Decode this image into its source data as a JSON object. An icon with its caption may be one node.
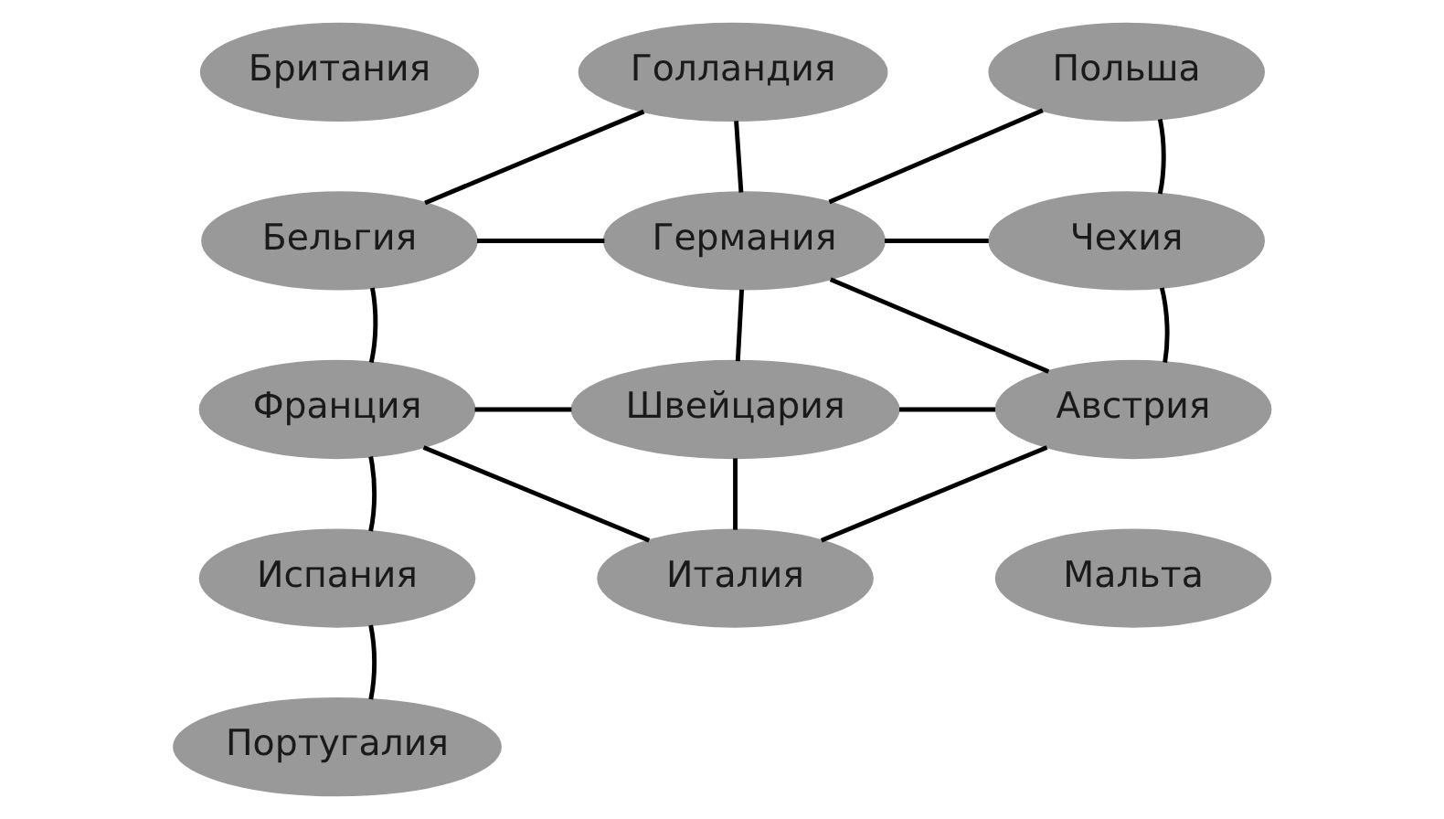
{
  "diagram": {
    "nodes": [
      {
        "text": [
          "Британия"
        ]
      },
      {
        "text": [
          "Голландия"
        ]
      },
      {
        "text": [
          "Польша"
        ]
      },
      {
        "text": [
          "Бельгия"
        ]
      },
      {
        "text": [
          "Германия"
        ]
      },
      {
        "text": [
          "Чехия"
        ]
      },
      {
        "text": [
          "Франция"
        ]
      },
      {
        "text": [
          "Швейцария"
        ]
      },
      {
        "text": [
          "Австрия"
        ]
      },
      {
        "text": [
          "Испания"
        ]
      },
      {
        "text": [
          "Италия"
        ]
      },
      {
        "text": [
          "Мальта"
        ]
      },
      {
        "text": [
          "Португалия"
        ]
      }
    ],
    "edges": [
      {
        "from": 1,
        "to": 3,
        "arrow": "none"
      },
      {
        "from": 1,
        "to": 4,
        "arrow": "none"
      },
      {
        "from": 2,
        "to": 4,
        "arrow": "none"
      },
      {
        "from": 2,
        "to": 5,
        "arrow": "none"
      },
      {
        "from": 3,
        "to": 4,
        "arrow": "none"
      },
      {
        "from": 4,
        "to": 5,
        "arrow": "none"
      },
      {
        "from": 3,
        "to": 6,
        "arrow": "none"
      },
      {
        "from": 4,
        "to": 7,
        "arrow": "none"
      },
      {
        "from": 4,
        "to": 8,
        "arrow": "none"
      },
      {
        "from": 5,
        "to": 8,
        "arrow": "none"
      },
      {
        "from": 6,
        "to": 7,
        "arrow": "none"
      },
      {
        "from": 7,
        "to": 8,
        "arrow": "none"
      },
      {
        "from": 6,
        "to": 10,
        "arrow": "none"
      },
      {
        "from": 7,
        "to": 10,
        "arrow": "none"
      },
      {
        "from": 8,
        "to": 10,
        "arrow": "none"
      },
      {
        "from": 6,
        "to": 9,
        "arrow": "none"
      },
      {
        "from": 9,
        "to": 12,
        "arrow": "none"
      }
    ]
  }
}
